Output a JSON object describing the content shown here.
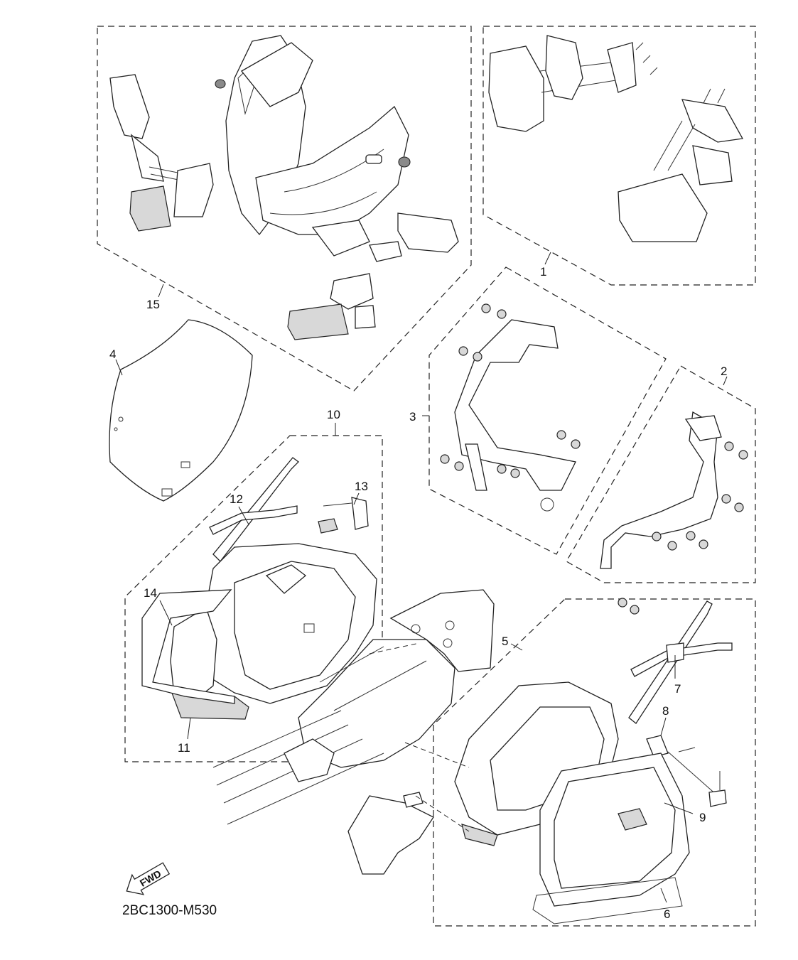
{
  "diagram_code": "2BC1300-M530",
  "fwd_label": "FWD",
  "callouts": {
    "c1": "1",
    "c2": "2",
    "c3": "3",
    "c4": "4",
    "c5": "5",
    "c6": "6",
    "c7": "7",
    "c8": "8",
    "c9": "9",
    "c10": "10",
    "c11": "11",
    "c12": "12",
    "c13": "13",
    "c14": "14",
    "c15": "15"
  }
}
